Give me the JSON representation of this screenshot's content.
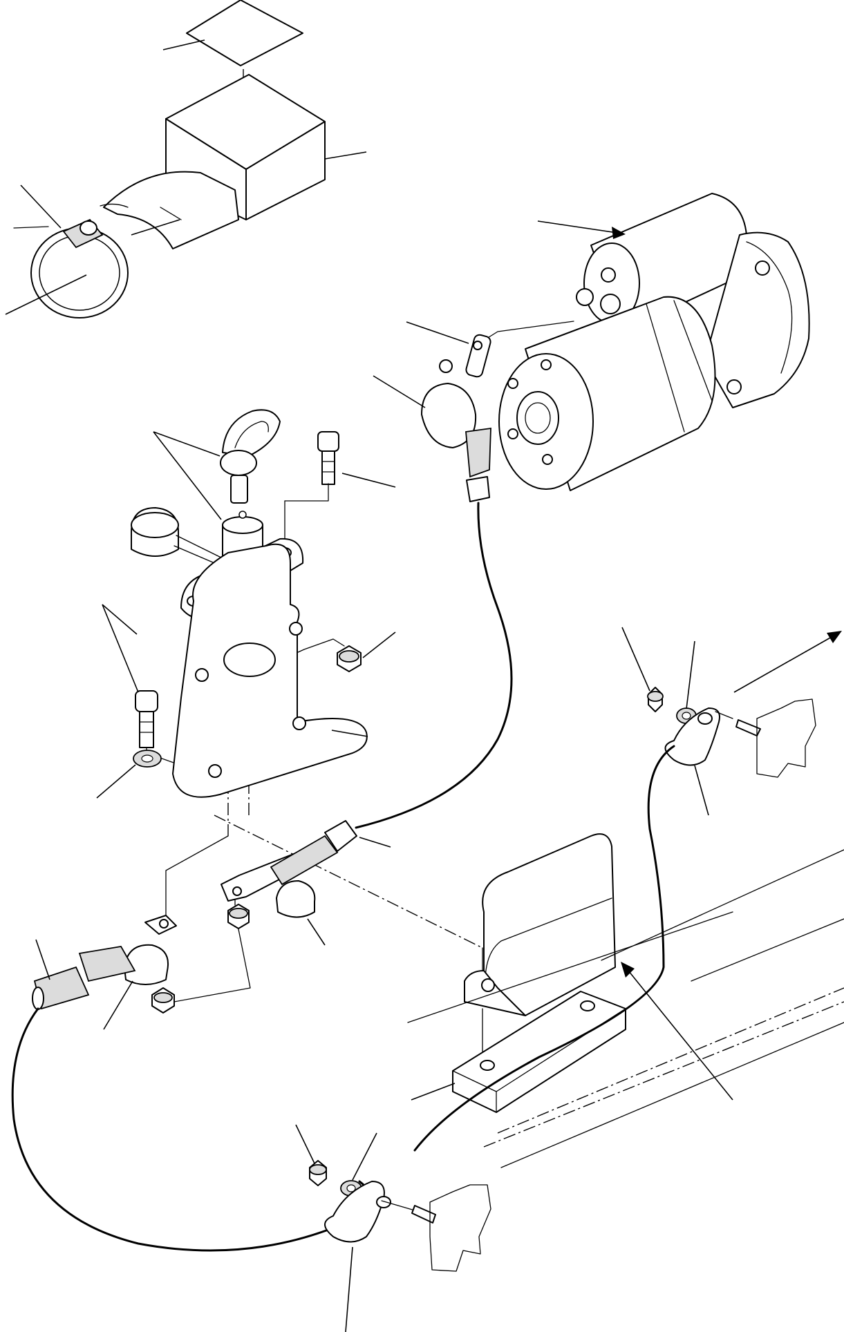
{
  "diagram": {
    "kind": "exploded-parts-view",
    "labels_printed": false,
    "components": [
      {
        "id": "decal",
        "icon": "square-decal-icon"
      },
      {
        "id": "protective-boot",
        "icon": "boot-cover-icon"
      },
      {
        "id": "hose-clamp",
        "icon": "clamp-ring-icon"
      },
      {
        "id": "starter-motor",
        "icon": "starter-motor-icon"
      },
      {
        "id": "battery-cable-terminal",
        "icon": "terminal-boot-icon"
      },
      {
        "id": "isolator-key",
        "icon": "key-icon"
      },
      {
        "id": "isolator-switch",
        "icon": "switch-body-icon"
      },
      {
        "id": "dust-cap",
        "icon": "cap-icon"
      },
      {
        "id": "mounting-bracket",
        "icon": "bracket-plate-icon"
      },
      {
        "id": "bolts",
        "icon": "bolt-icon"
      },
      {
        "id": "nuts",
        "icon": "nut-icon"
      },
      {
        "id": "washers",
        "icon": "washer-icon"
      },
      {
        "id": "cable-clips",
        "icon": "p-clip-icon"
      },
      {
        "id": "battery-box-bracket",
        "icon": "bracket-icon"
      },
      {
        "id": "chassis-frame",
        "icon": "frame-rail-icon"
      }
    ],
    "colors": {
      "line": "#000000",
      "background": "#ffffff",
      "shading": "#dcdcdc"
    }
  }
}
